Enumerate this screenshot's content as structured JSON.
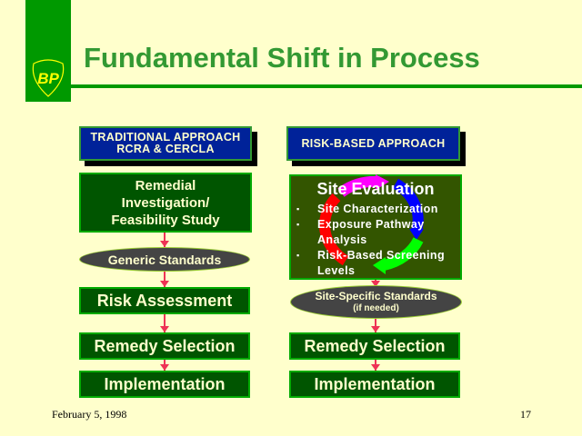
{
  "slide": {
    "title": "Fundamental Shift in Process",
    "logo_text": "BP",
    "date": "February 5, 1998",
    "page_number": "17"
  },
  "left": {
    "header_line1": "TRADITIONAL APPROACH",
    "header_line2": "RCRA & CERCLA",
    "step1": "Remedial Investigation/ Feasibility Study",
    "step2": "Generic Standards",
    "step3": "Risk Assessment",
    "step4": "Remedy Selection",
    "step5": "Implementation"
  },
  "right": {
    "header": "RISK-BASED APPROACH",
    "site_title": "Site Evaluation",
    "bullets": [
      "Site Characterization",
      "Exposure Pathway",
      "Analysis",
      "Risk-Based Screening",
      "Levels"
    ],
    "standards": "Site-Specific Standards",
    "standards_note": "(if needed)",
    "step4": "Remedy Selection",
    "step5": "Implementation"
  },
  "colors": {
    "brand_green": "#009900",
    "header_blue": "#002299"
  }
}
